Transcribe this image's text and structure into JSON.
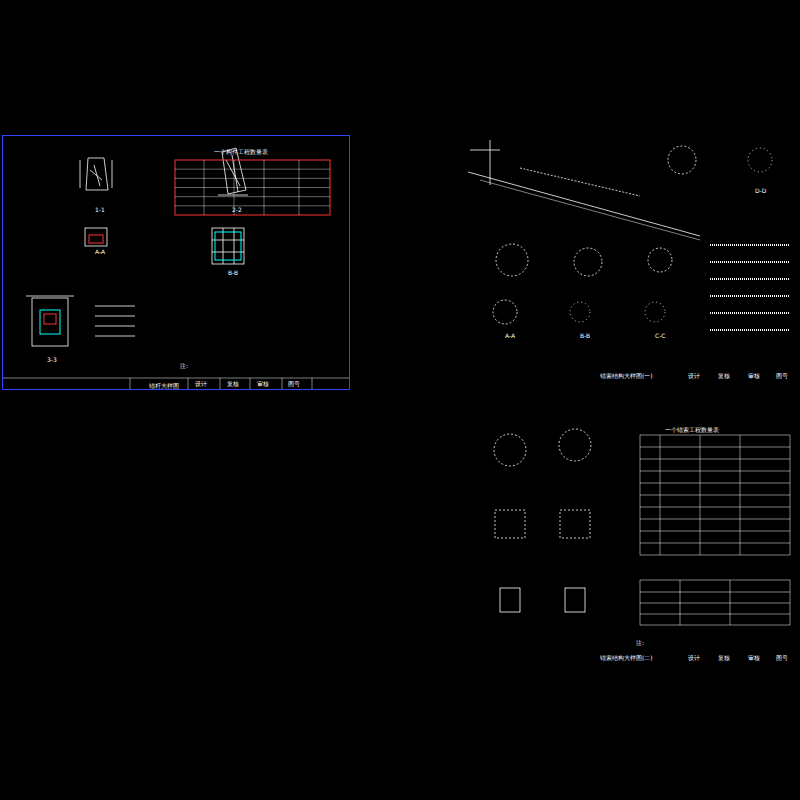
{
  "diagram": {
    "nodes": [
      {
        "text": [
          "锚杆大样图"
        ]
      },
      {
        "text": [
          "一个构件工程数量表"
        ],
        "in": 0
      }
    ],
    "labels": [
      "1-1",
      "2-2",
      "A-A",
      "B-B",
      "3-3",
      "注:",
      "设计",
      "复核",
      "审核",
      "图号",
      "A-A",
      "B-B",
      "C-C",
      "D-D",
      "锚索结构大样图(一)",
      "设计",
      "复核",
      "审核",
      "图号",
      "一个锚索工程数量表",
      "注:",
      "锚索结构大样图(二)",
      "设计",
      "复核",
      "审核",
      "图号"
    ]
  }
}
